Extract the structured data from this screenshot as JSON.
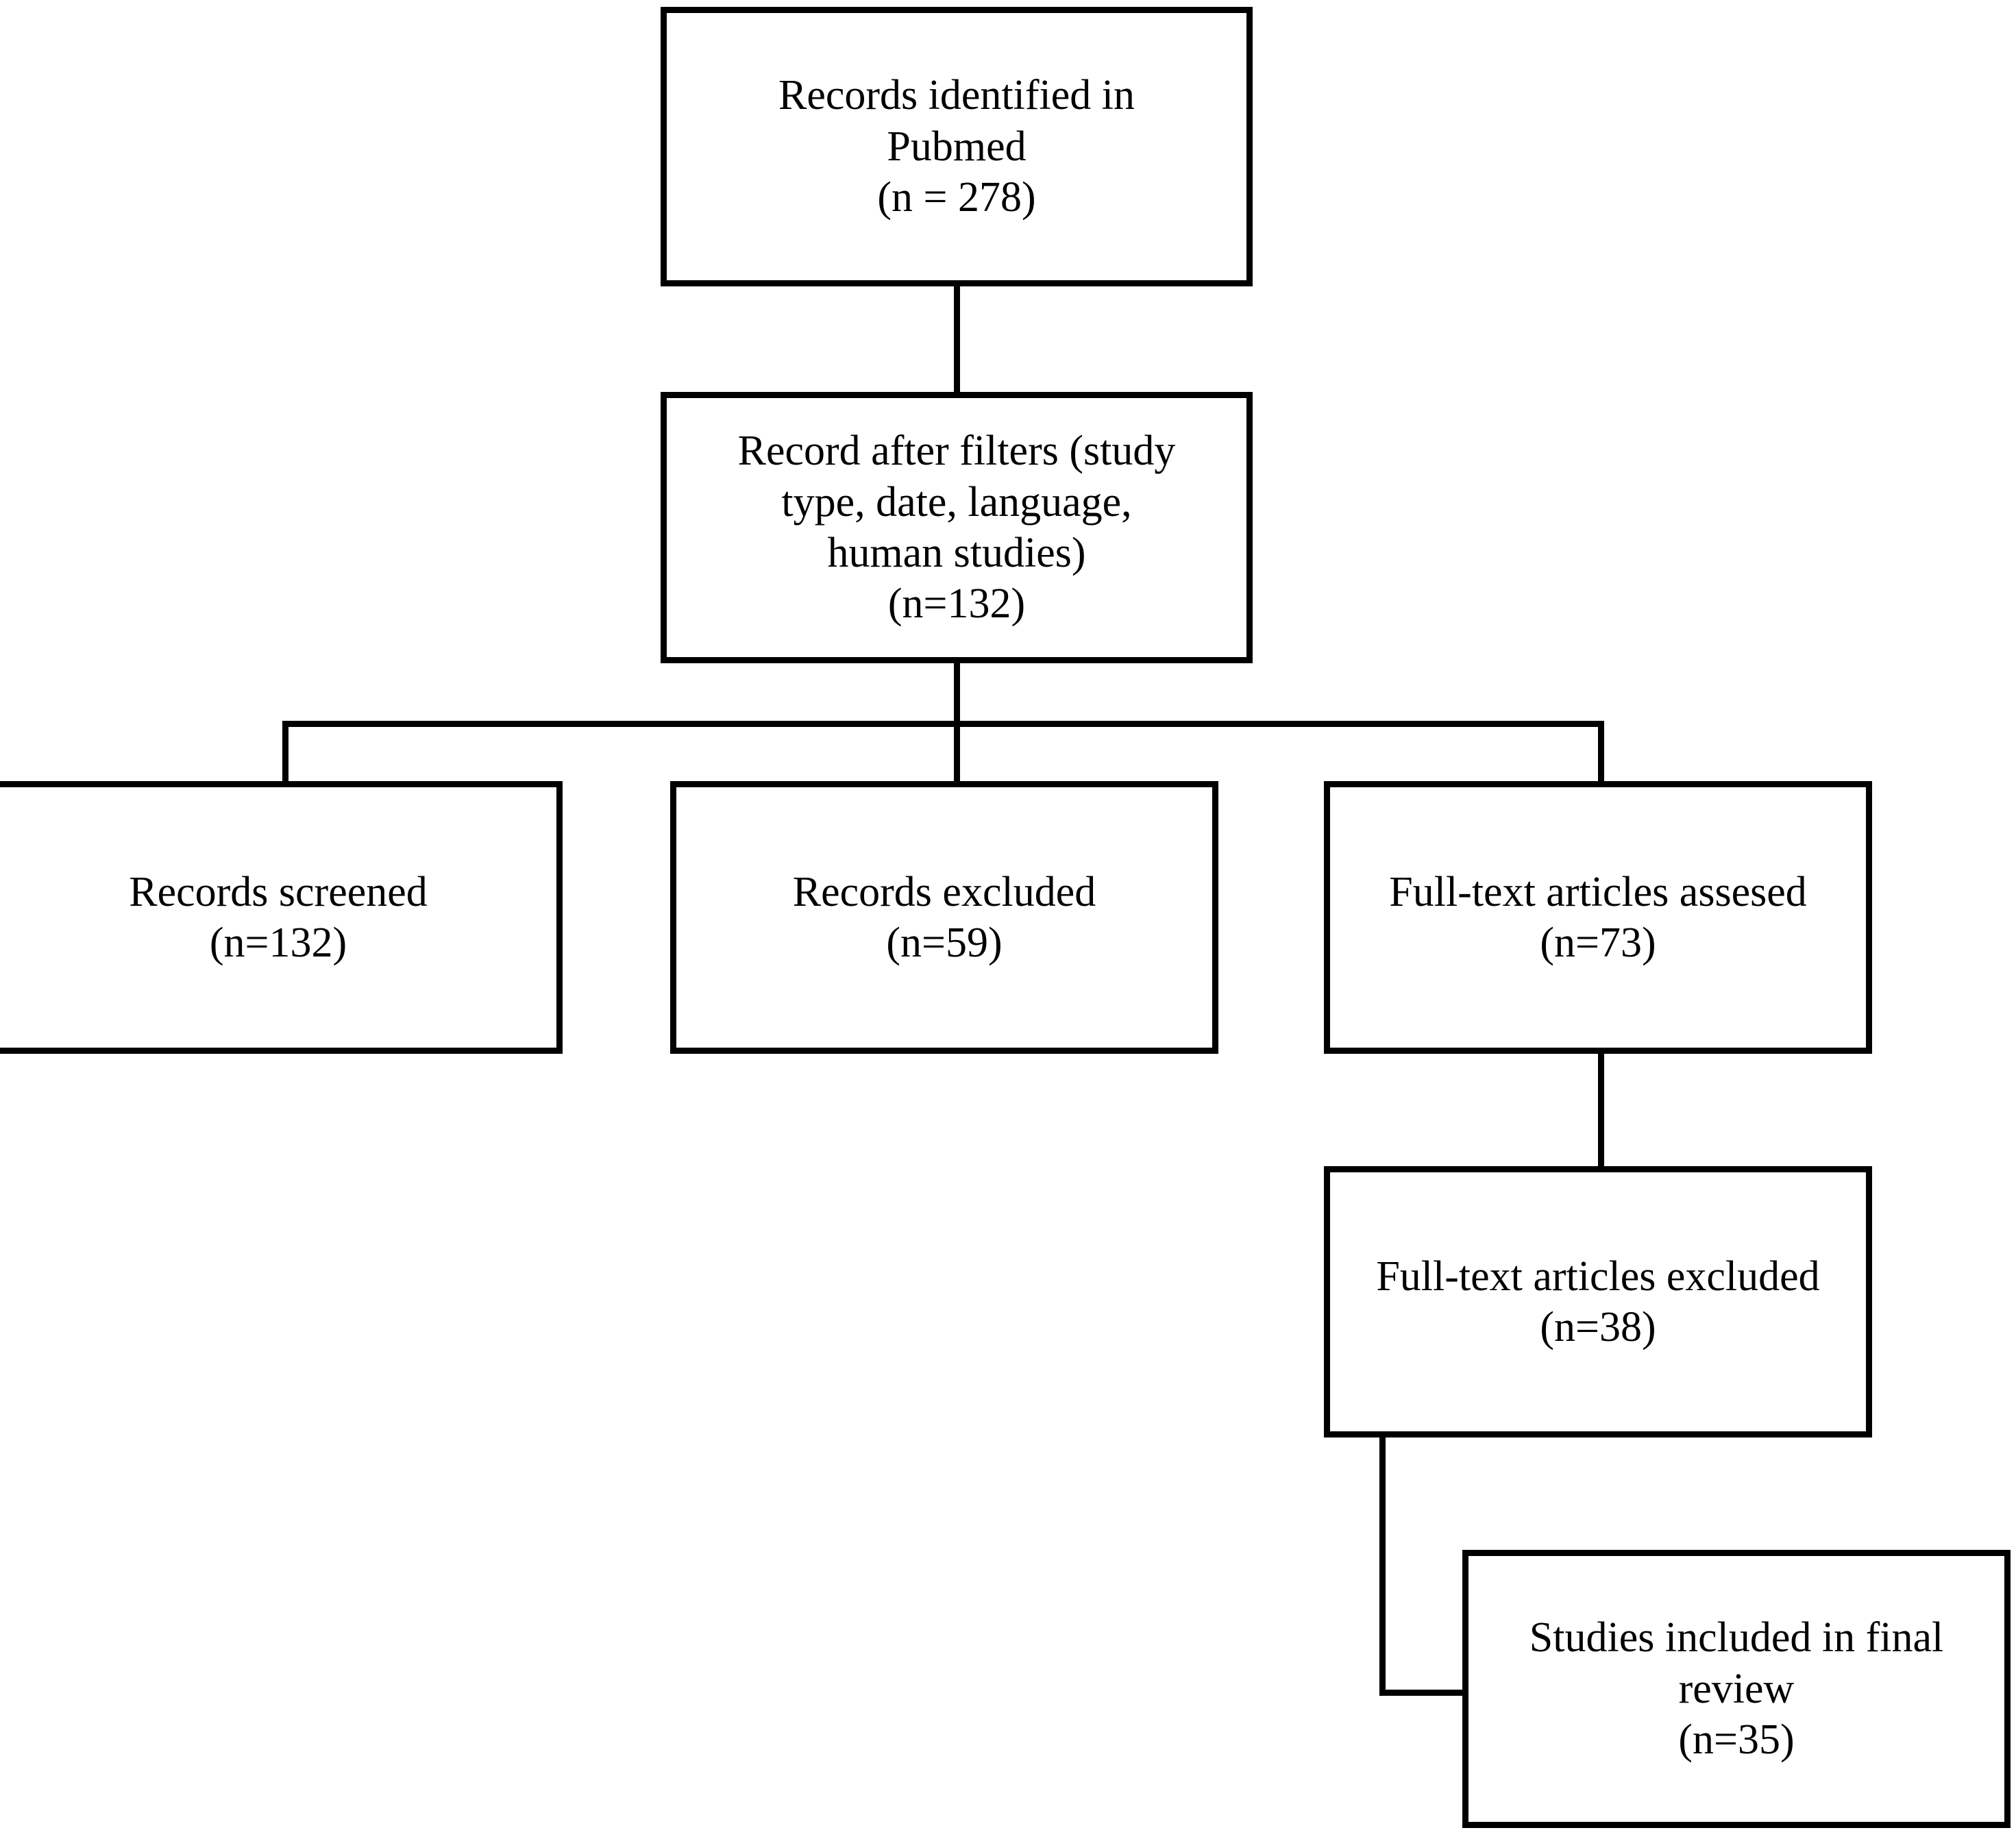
{
  "diagram": {
    "title": "PRISMA study selection flow diagram",
    "type": "flowchart",
    "background_color": "#ffffff",
    "line_color": "#000000",
    "text_color": "#000000"
  },
  "nodes": [
    {
      "id": "records-identified",
      "label": "Records identified in\nPubmed\n(n = 278)",
      "count": 278,
      "count_label": "(n = 278)"
    },
    {
      "id": "records-after-filters",
      "label": "Record after filters (study\ntype, date, language,\nhuman studies)\n(n=132)",
      "count": 132,
      "count_label": "(n=132)"
    },
    {
      "id": "records-screened",
      "label": "Records screened\n(n=132)",
      "count": 132,
      "count_label": "(n=132)"
    },
    {
      "id": "records-excluded",
      "label": "Records excluded\n(n=59)",
      "count": 59,
      "count_label": "(n=59)"
    },
    {
      "id": "fulltext-assessed",
      "label": "Full-text articles assesed\n(n=73)",
      "count": 73,
      "count_label": "(n=73)"
    },
    {
      "id": "fulltext-excluded",
      "label": "Full-text articles excluded\n(n=38)",
      "count": 38,
      "count_label": "(n=38)"
    },
    {
      "id": "studies-included",
      "label": "Studies included in final\nreview\n(n=35)",
      "count": 35,
      "count_label": "(n=35)"
    }
  ],
  "edges": [
    {
      "from": "records-identified",
      "to": "records-after-filters"
    },
    {
      "from": "records-after-filters",
      "to": "records-screened"
    },
    {
      "from": "records-after-filters",
      "to": "records-excluded"
    },
    {
      "from": "records-after-filters",
      "to": "fulltext-assessed"
    },
    {
      "from": "fulltext-assessed",
      "to": "fulltext-excluded"
    },
    {
      "from": "fulltext-excluded",
      "to": "studies-included"
    }
  ]
}
